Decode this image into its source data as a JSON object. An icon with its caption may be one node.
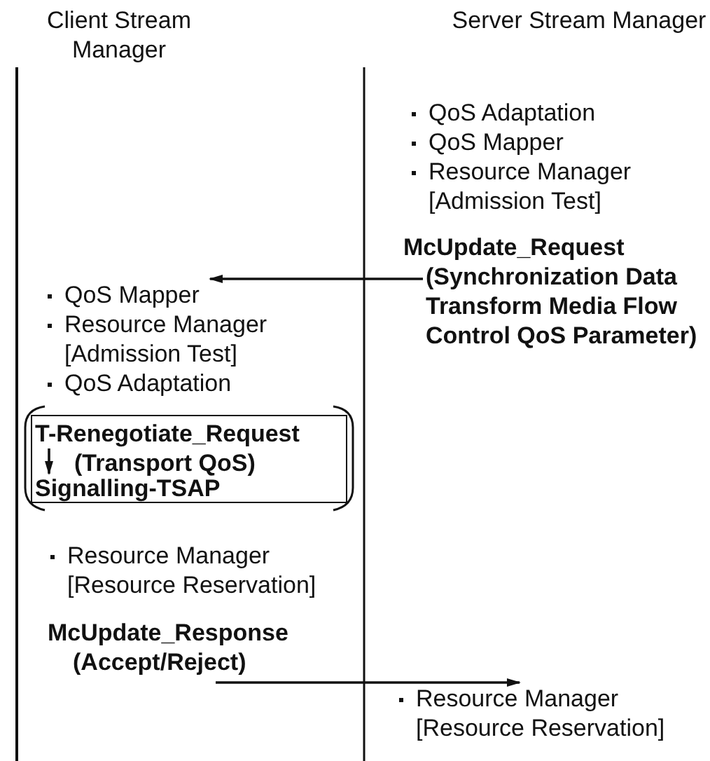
{
  "diagram": {
    "nodes": [
      {
        "text": [
          "Client Stream Manager"
        ]
      },
      {
        "text": [
          "Server Stream Manager"
        ]
      },
      {
        "text": [
          "QoS Adaptation",
          "QoS Mapper",
          "Resource Manager [Admission Test]"
        ]
      },
      {
        "text": [
          "McUpdate_Request",
          "(Synchronization Data Transform Media Flow Control QoS Parameter)"
        ]
      },
      {
        "text": [
          "QoS Mapper",
          "Resource Manager [Admission Test]",
          "QoS Adaptation"
        ]
      },
      {
        "text": [],
        "shape": "box"
      },
      {
        "text": [
          "T-Renegotiate_Request",
          "(Transport QoS)"
        ],
        "in": 5
      },
      {
        "text": [
          "Signalling-TSAP"
        ],
        "in": 5
      },
      {
        "text": [
          "Resource Manager [Resource Reservation]"
        ]
      },
      {
        "text": [
          "McUpdate_Response",
          "(Accept/Reject)"
        ]
      },
      {
        "text": [
          "Resource Manager [Resource Reservation]"
        ]
      }
    ],
    "edges": [
      {
        "from": 3,
        "to": 4,
        "arrow": "to"
      },
      {
        "from": 6,
        "to": 7,
        "arrow": "to"
      },
      {
        "from": 9,
        "to": 10,
        "arrow": "to"
      }
    ]
  }
}
